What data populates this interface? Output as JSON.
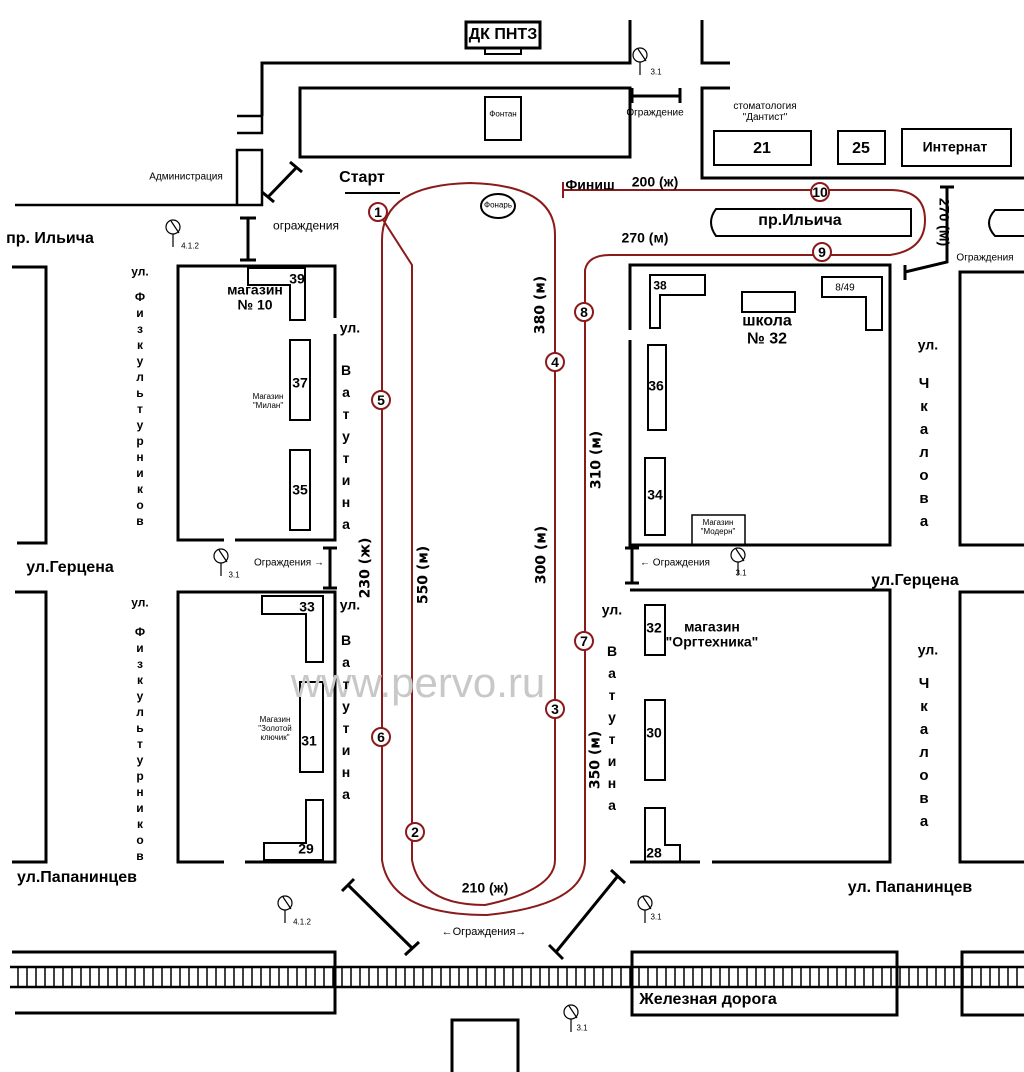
{
  "colors": {
    "route": "#8b1a1a",
    "lines": "#000000",
    "watermark": "#c8c8c8"
  },
  "labels": {
    "dk": "ДК ПНТЗ",
    "fontan": "Фонтан",
    "fonar": "Фонарь",
    "start": "Старт",
    "finish": "Финиш",
    "administration": "Администрация",
    "ograzhdeniya_top": "ограждения",
    "ograzhdenie_top": "Ограждение",
    "dentist_1": "стоматология",
    "dentist_2": "\"Дантист\"",
    "b21": "21",
    "b25": "25",
    "internat": "Интернат",
    "pr_ilicha_left": "пр. Ильича",
    "pr_ilicha_island": "пр.Ильича",
    "ograzhdeniya_right": "Ограждения",
    "magazin10_1": "магазин",
    "magazin10_2": "№ 10",
    "b39": "39",
    "milan_1": "Магазин",
    "milan_2": "\"Милан\"",
    "b37": "37",
    "b35": "35",
    "b38": "38",
    "school_1": "школа",
    "school_2": "№ 32",
    "b849": "8/49",
    "b36": "36",
    "b34": "34",
    "modern_1": "Магазин",
    "modern_2": "\"Модерн\"",
    "gertsena_left": "ул.Герцена",
    "gertsena_right": "ул.Герцена",
    "ogr_gertsena_left": "Ограждения →",
    "ogr_gertsena_right": "← Ограждения",
    "b33": "33",
    "zolotoy_1": "Магазин",
    "zolotoy_2": "\"Золотой",
    "zolotoy_3": "ключик\"",
    "b31": "31",
    "b29": "29",
    "orgtekhnika_1": "магазин",
    "orgtekhnika_2": "\"Оргтехника\"",
    "b32": "32",
    "b30": "30",
    "b28": "28",
    "papanintsev_left": "ул.Папанинцев",
    "papanintsev_right": "ул. Папанинцев",
    "ogr_bottom": "←Ограждения→",
    "railway": "Железная дорога",
    "watermark": "www.pervo.ru"
  },
  "vertical_streets": {
    "fizk_top": "ул.",
    "fizk_top_name": "Физкультурников",
    "vat_top": "ул.",
    "vat_top_name": "Ватутина",
    "chk_top": "ул.",
    "chk_top_name": "Чкалова",
    "fizk_bot": "ул.",
    "fizk_bot_name": "Физкультурников",
    "vat_bot": "ул.",
    "vat_bot_name": "Ватутина",
    "vat_right": "ул.",
    "vat_right_name": "Ватутина",
    "chk_bot": "ул.",
    "chk_bot_name": "Чкалова"
  },
  "distances": {
    "d380": "380 (м)",
    "d300": "300 (м)",
    "d550": "550 (м)",
    "d230": "230 (ж)",
    "d310": "310 (м)",
    "d350": "350 (м)",
    "d270m": "270 (м)",
    "d200": "200 (ж)",
    "d270M": "270 (М)",
    "d210": "210 (ж)"
  },
  "checkpoints": [
    "1",
    "2",
    "3",
    "4",
    "5",
    "6",
    "7",
    "8",
    "9",
    "10"
  ],
  "signs": {
    "s1": "3.1",
    "s2": "4.1.2",
    "s3": "3.1",
    "s4": "3.1",
    "s5": "4.1.2",
    "s6": "3.1",
    "s7": "3.1"
  }
}
